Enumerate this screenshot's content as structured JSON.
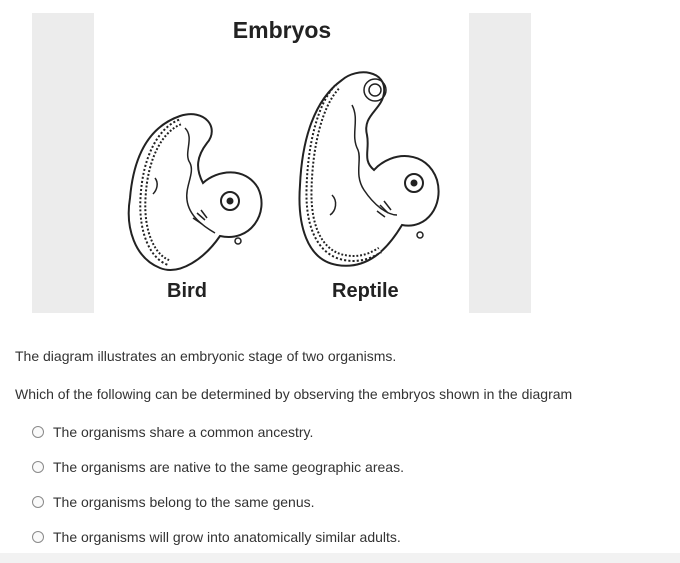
{
  "figure": {
    "title": "Embryos",
    "labels": {
      "bird": "Bird",
      "reptile": "Reptile"
    }
  },
  "question": {
    "statement": "The diagram illustrates an embryonic stage of two organisms.",
    "prompt": "Which of the following can be determined by observing the embryos shown in the diagram",
    "options": [
      {
        "label": "The organisms share a common ancestry.",
        "selected": false
      },
      {
        "label": "The organisms are native to the same geographic areas.",
        "selected": false
      },
      {
        "label": "The organisms belong to the same genus.",
        "selected": false
      },
      {
        "label": "The organisms will grow into anatomically similar adults.",
        "selected": false
      }
    ]
  }
}
